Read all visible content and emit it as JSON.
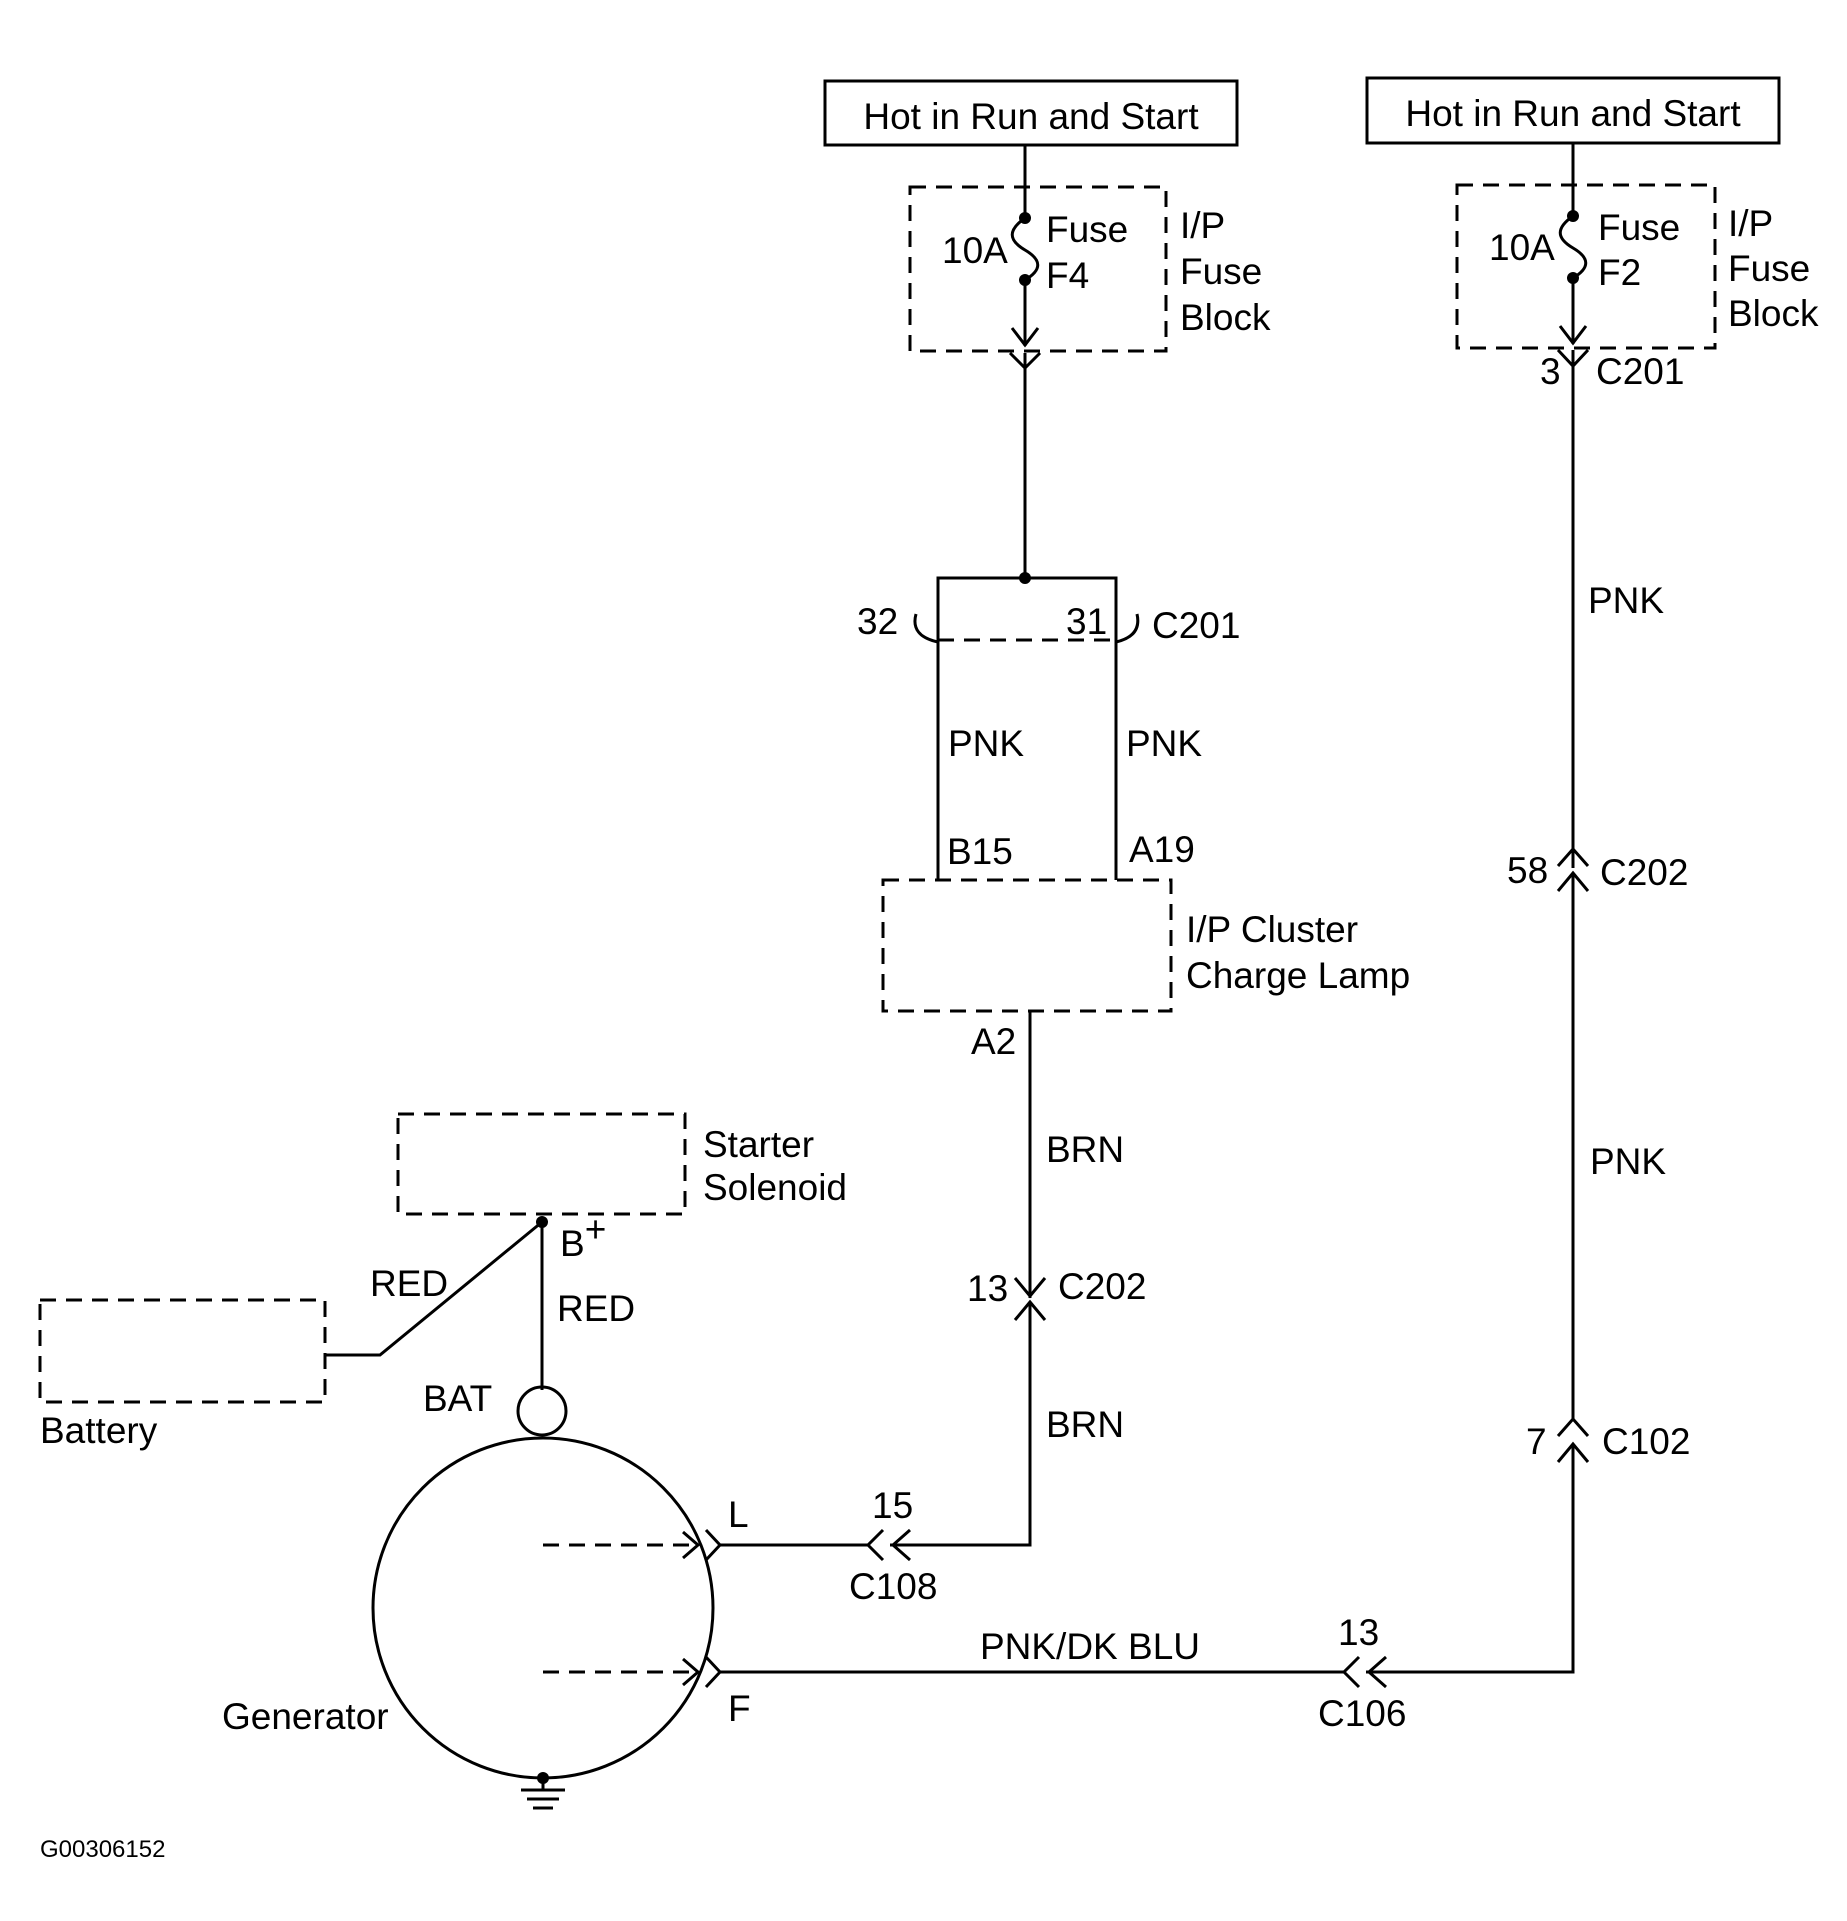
{
  "power_sources": {
    "left": "Hot in Run and Start",
    "right": "Hot in Run and Start"
  },
  "fuses": {
    "left": {
      "rating": "10A",
      "name_line1": "Fuse",
      "name_line2": "F4",
      "block_line1": "I/P",
      "block_line2": "Fuse",
      "block_line3": "Block"
    },
    "right": {
      "rating": "10A",
      "name_line1": "Fuse",
      "name_line2": "F2",
      "block_line1": "I/P",
      "block_line2": "Fuse",
      "block_line3": "Block"
    }
  },
  "connectors": {
    "c201_right_pin": "3",
    "c201_right_name": "C201",
    "c201_left_pin_a": "32",
    "c201_left_pin_b": "31",
    "c201_left_name": "C201",
    "c202_right_pin": "58",
    "c202_right_name": "C202",
    "c202_left_pin": "13",
    "c202_left_name": "C202",
    "c102_pin": "7",
    "c102_name": "C102",
    "c108_pin": "15",
    "c108_name": "C108",
    "c106_pin": "13",
    "c106_name": "C106"
  },
  "cluster": {
    "pin_b15": "B15",
    "pin_a19": "A19",
    "pin_a2": "A2",
    "label_line1": "I/P Cluster",
    "label_line2": "Charge Lamp"
  },
  "wires": {
    "pnk_left_1": "PNK",
    "pnk_left_2": "PNK",
    "pnk_right_upper": "PNK",
    "pnk_right_lower": "PNK",
    "brn_upper": "BRN",
    "brn_lower": "BRN",
    "red_battery": "RED",
    "red_generator": "RED",
    "pnk_dk_blu": "PNK/DK BLU"
  },
  "components": {
    "starter_line1": "Starter",
    "starter_line2": "Solenoid",
    "b_plus": "B",
    "b_plus_sup": "+",
    "bat": "BAT",
    "battery": "Battery",
    "generator": "Generator",
    "terminal_l": "L",
    "terminal_f": "F"
  },
  "figure_id": "G00306152"
}
